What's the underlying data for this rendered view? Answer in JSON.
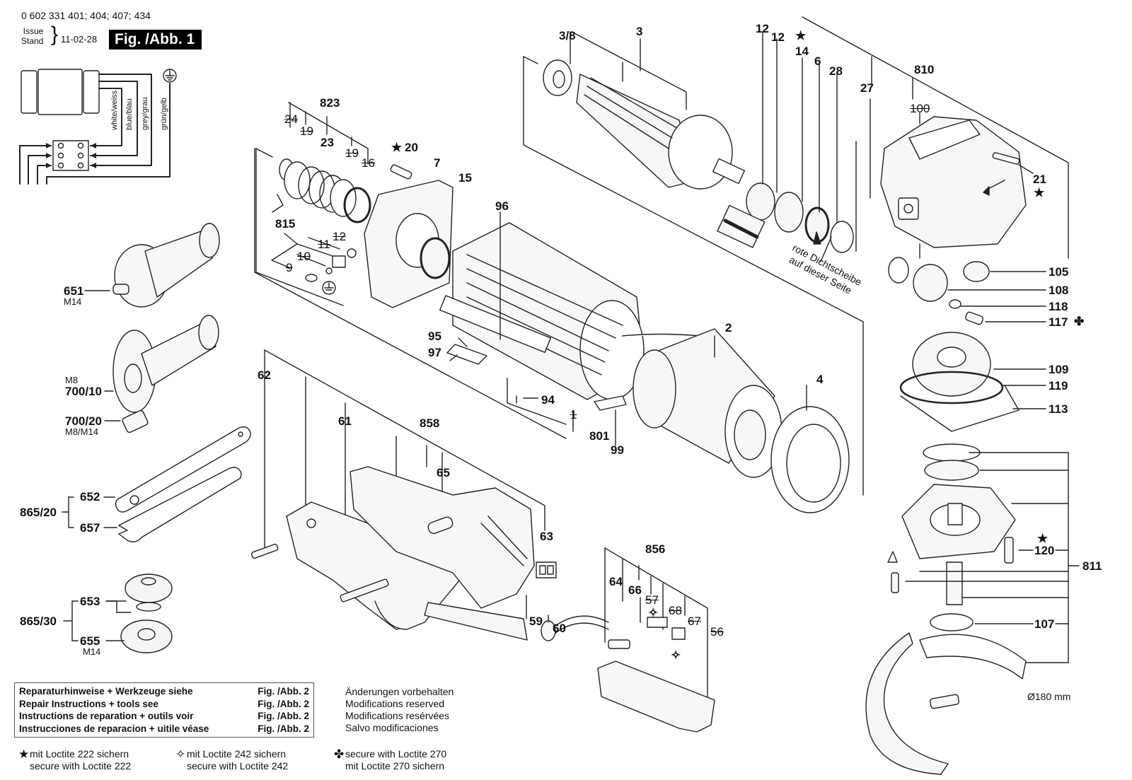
{
  "header": {
    "part_numbers": "0 602 331 401; 404; 407; 434",
    "issue_label": "Issue",
    "stand_label": "Stand",
    "issue_date": "11-02-28",
    "figure_label": "Fig. /Abb. 1"
  },
  "wiring": {
    "wires": [
      "white/weiss",
      "blue/blau",
      "grey/grau",
      "grün/gelb"
    ],
    "ground_symbol": "earth-ground"
  },
  "part_labels": {
    "p3_8": "3/8",
    "p3": "3",
    "p12a": "12",
    "p12b": "12",
    "p14": "14",
    "p6": "6",
    "p28": "28",
    "p27": "27",
    "p810": "810",
    "p100": "100",
    "p21": "21",
    "p105": "105",
    "p108": "108",
    "p118": "118",
    "p117": "117",
    "p109": "109",
    "p119": "119",
    "p113": "113",
    "p120": "120",
    "p811": "811",
    "p107": "107",
    "diameter": "Ø180 mm",
    "p823": "823",
    "p24": "24",
    "p19a": "19",
    "p23": "23",
    "p19b": "19",
    "p16": "16",
    "p20": "20",
    "p7": "7",
    "p15": "15",
    "p815": "815",
    "p12c": "12",
    "p11": "11",
    "p10": "10",
    "p9": "9",
    "p96": "96",
    "p95": "95",
    "p97": "97",
    "p94": "94",
    "p1": "1",
    "p801": "801",
    "p99": "99",
    "p2": "2",
    "p4": "4",
    "p62": "62",
    "p61": "61",
    "p858": "858",
    "p65": "65",
    "p63": "63",
    "p64": "64",
    "p66": "66",
    "p57": "57",
    "p856": "856",
    "p68": "68",
    "p67": "67",
    "p56": "56",
    "p59": "59",
    "p60": "60",
    "p651": "651",
    "p651_sub": "M14",
    "p700_10_sub": "M8",
    "p700_10": "700/10",
    "p700_20": "700/20",
    "p700_20_sub": "M8/M14",
    "p652": "652",
    "p865_20": "865/20",
    "p657": "657",
    "p653": "653",
    "p865_30": "865/30",
    "p655": "655",
    "p655_sub": "M14"
  },
  "seal_note": {
    "line1": "rote Dichtscheibe",
    "line2": "auf dieser Seite"
  },
  "repair_box": {
    "rows": [
      {
        "text": "Reparaturhinweise + Werkzeuge siehe",
        "ref": "Fig. /Abb. 2"
      },
      {
        "text": "Repair Instructions + tools see",
        "ref": "Fig. /Abb. 2"
      },
      {
        "text": "Instructions de reparation + outils voir",
        "ref": "Fig. /Abb. 2"
      },
      {
        "text": "Instrucciones de reparacion + uitile véase",
        "ref": "Fig. /Abb. 2"
      }
    ]
  },
  "modifications": {
    "lines": [
      "Änderungen vorbehalten",
      "Modifications reserved",
      "Modifications resérvées",
      "Salvo modificaciones"
    ]
  },
  "legend": [
    {
      "symbol": "★",
      "icon": "filled-star-icon",
      "line1": "mit Loctite 222 sichern",
      "line2": "secure with Loctite 222"
    },
    {
      "symbol": "✧",
      "icon": "outline-star-icon",
      "line1": "mit Loctite 242 sichern",
      "line2": "secure with Loctite 242"
    },
    {
      "symbol": "✤",
      "icon": "clover-icon",
      "line1": "secure with Loctite 270",
      "line2": "mit Loctite 270 sichern"
    }
  ],
  "markers": {
    "star": "★",
    "outline_star": "✧",
    "clover": "✤"
  },
  "colors": {
    "ink": "#111111",
    "line": "#222222",
    "part_fill": "#f4f4f4",
    "badge_bg": "#000000",
    "badge_fg": "#ffffff"
  }
}
